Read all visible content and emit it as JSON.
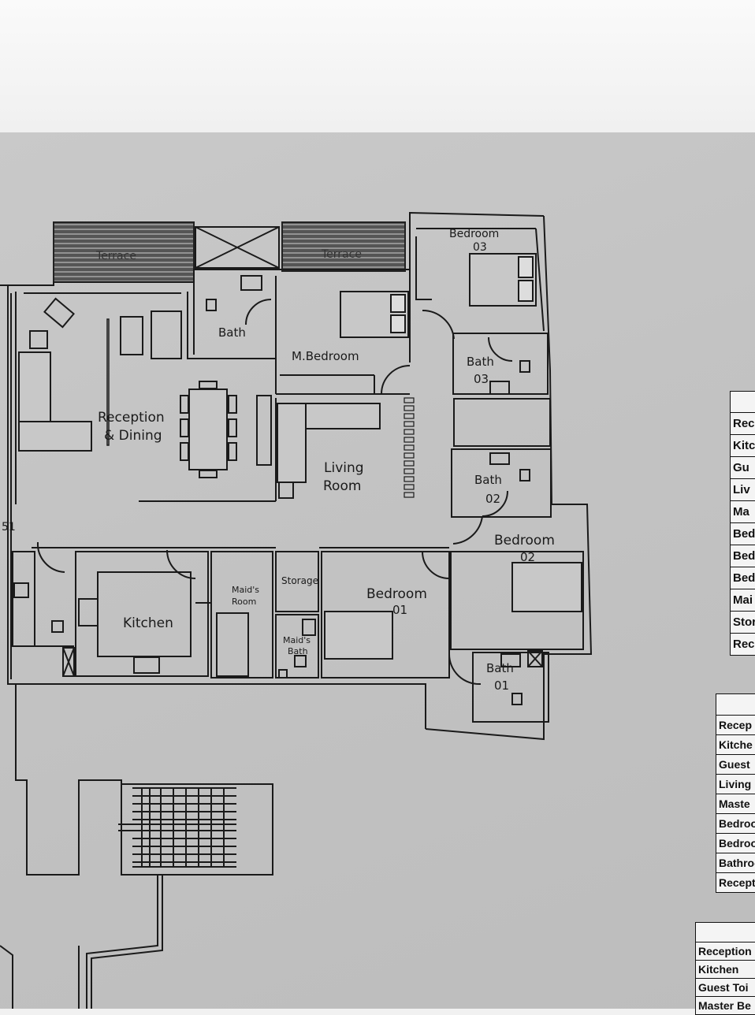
{
  "rooms": {
    "terrace_left": "Terrace",
    "terrace_right": "Terrace",
    "bedroom03": "Bedroom",
    "bedroom03_num": "03",
    "bath_master": "Bath",
    "m_bedroom": "M.Bedroom",
    "bath03": "Bath",
    "bath03_num": "03",
    "reception_1": "Reception",
    "reception_2": "& Dining",
    "living_1": "Living",
    "living_2": "Room",
    "bath02": "Bath",
    "bath02_num": "02",
    "bedroom02": "Bedroom",
    "bedroom02_num": "02",
    "storage": "Storage",
    "maids_room_1": "Maid's",
    "maids_room_2": "Room",
    "kitchen": "Kitchen",
    "bedroom01": "Bedroom",
    "bedroom01_num": "01",
    "maids_bath_1": "Maid's",
    "maids_bath_2": "Bath",
    "bath01": "Bath",
    "bath01_num": "01",
    "edge_num": "51"
  },
  "table1": [
    "Rec",
    "Kitc",
    "Gu",
    "Liv",
    "Ma",
    "Bed",
    "Bed",
    "Bed",
    "Mai",
    "Stor",
    "Rece"
  ],
  "table2": [
    "Recep",
    "Kitche",
    "Guest",
    "Living",
    "Maste",
    "Bedroo",
    "Bedroo",
    "Bathroo",
    "Recepti"
  ],
  "table3": [
    "Reception",
    "Kitchen",
    "Guest Toi",
    "Master Be"
  ]
}
